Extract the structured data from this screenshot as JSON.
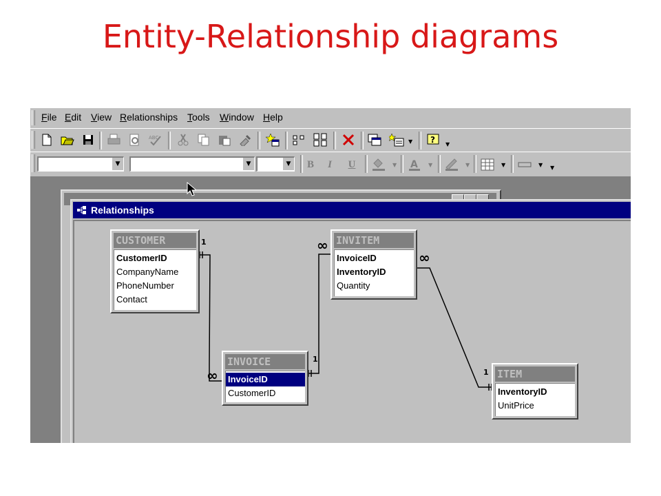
{
  "slide": {
    "title": "Entity-Relationship diagrams"
  },
  "menubar": {
    "items": [
      {
        "key": "F",
        "rest": "ile"
      },
      {
        "key": "E",
        "rest": "dit"
      },
      {
        "key": "V",
        "rest": "iew"
      },
      {
        "key": "R",
        "rest": "elationships"
      },
      {
        "key": "T",
        "rest": "ools"
      },
      {
        "key": "W",
        "rest": "indow"
      },
      {
        "key": "H",
        "rest": "elp"
      }
    ]
  },
  "toolbar": {
    "buttons": [
      "new-icon",
      "open-icon",
      "save-icon",
      "print-icon",
      "print-preview-icon",
      "spelling-icon",
      "cut-icon",
      "copy-icon",
      "paste-icon",
      "format-painter-icon",
      "show-table-icon",
      "show-direct-icon",
      "show-all-icon",
      "delete-icon",
      "new-object-icon",
      "properties-icon",
      "help-icon"
    ],
    "format": {
      "bold": "B",
      "italic": "I",
      "underline": "U"
    }
  },
  "window": {
    "title": "Relationships"
  },
  "entities": [
    {
      "id": "customer",
      "name": "CUSTOMER",
      "fields": [
        {
          "label": "CustomerID",
          "key": true,
          "selected": false
        },
        {
          "label": "CompanyName",
          "key": false,
          "selected": false
        },
        {
          "label": "PhoneNumber",
          "key": false,
          "selected": false
        },
        {
          "label": "Contact",
          "key": false,
          "selected": false
        }
      ]
    },
    {
      "id": "invitem",
      "name": "INVITEM",
      "fields": [
        {
          "label": "InvoiceID",
          "key": true,
          "selected": false
        },
        {
          "label": "InventoryID",
          "key": true,
          "selected": false
        },
        {
          "label": "Quantity",
          "key": false,
          "selected": false
        }
      ]
    },
    {
      "id": "invoice",
      "name": "INVOICE",
      "fields": [
        {
          "label": "InvoiceID",
          "key": true,
          "selected": true
        },
        {
          "label": "CustomerID",
          "key": false,
          "selected": false
        }
      ]
    },
    {
      "id": "item",
      "name": "ITEM",
      "fields": [
        {
          "label": "InventoryID",
          "key": true,
          "selected": false
        },
        {
          "label": "UnitPrice",
          "key": false,
          "selected": false
        }
      ]
    }
  ],
  "relationships": [
    {
      "one": "1",
      "many": "∞"
    },
    {
      "one": "1",
      "many": "∞"
    },
    {
      "one": "1",
      "many": "∞"
    }
  ],
  "colors": {
    "title": "#d81818",
    "titlebar": "#000080",
    "face": "#c0c0c0",
    "workspace": "#808080"
  }
}
